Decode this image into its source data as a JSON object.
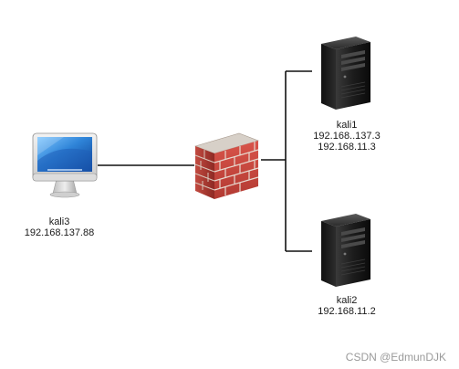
{
  "nodes": {
    "kali3": {
      "name": "kali3",
      "ip1": "192.168.137.88",
      "icon": "imac-monitor-icon"
    },
    "kali1": {
      "name": "kali1",
      "ip1": "192.168..137.3",
      "ip2": "192.168.11.3",
      "icon": "server-tower-icon"
    },
    "kali2": {
      "name": "kali2",
      "ip1": "192.168.11.2",
      "icon": "server-tower-icon"
    },
    "firewall": {
      "icon": "brick-firewall-icon"
    }
  },
  "watermark": "CSDN @EdmunDJK",
  "colors": {
    "line": "#111111",
    "brick": "#c8433a",
    "mortar": "#e7d9cf",
    "server_body": "#1b1b1b",
    "monitor_screen": "#2f84d8"
  }
}
